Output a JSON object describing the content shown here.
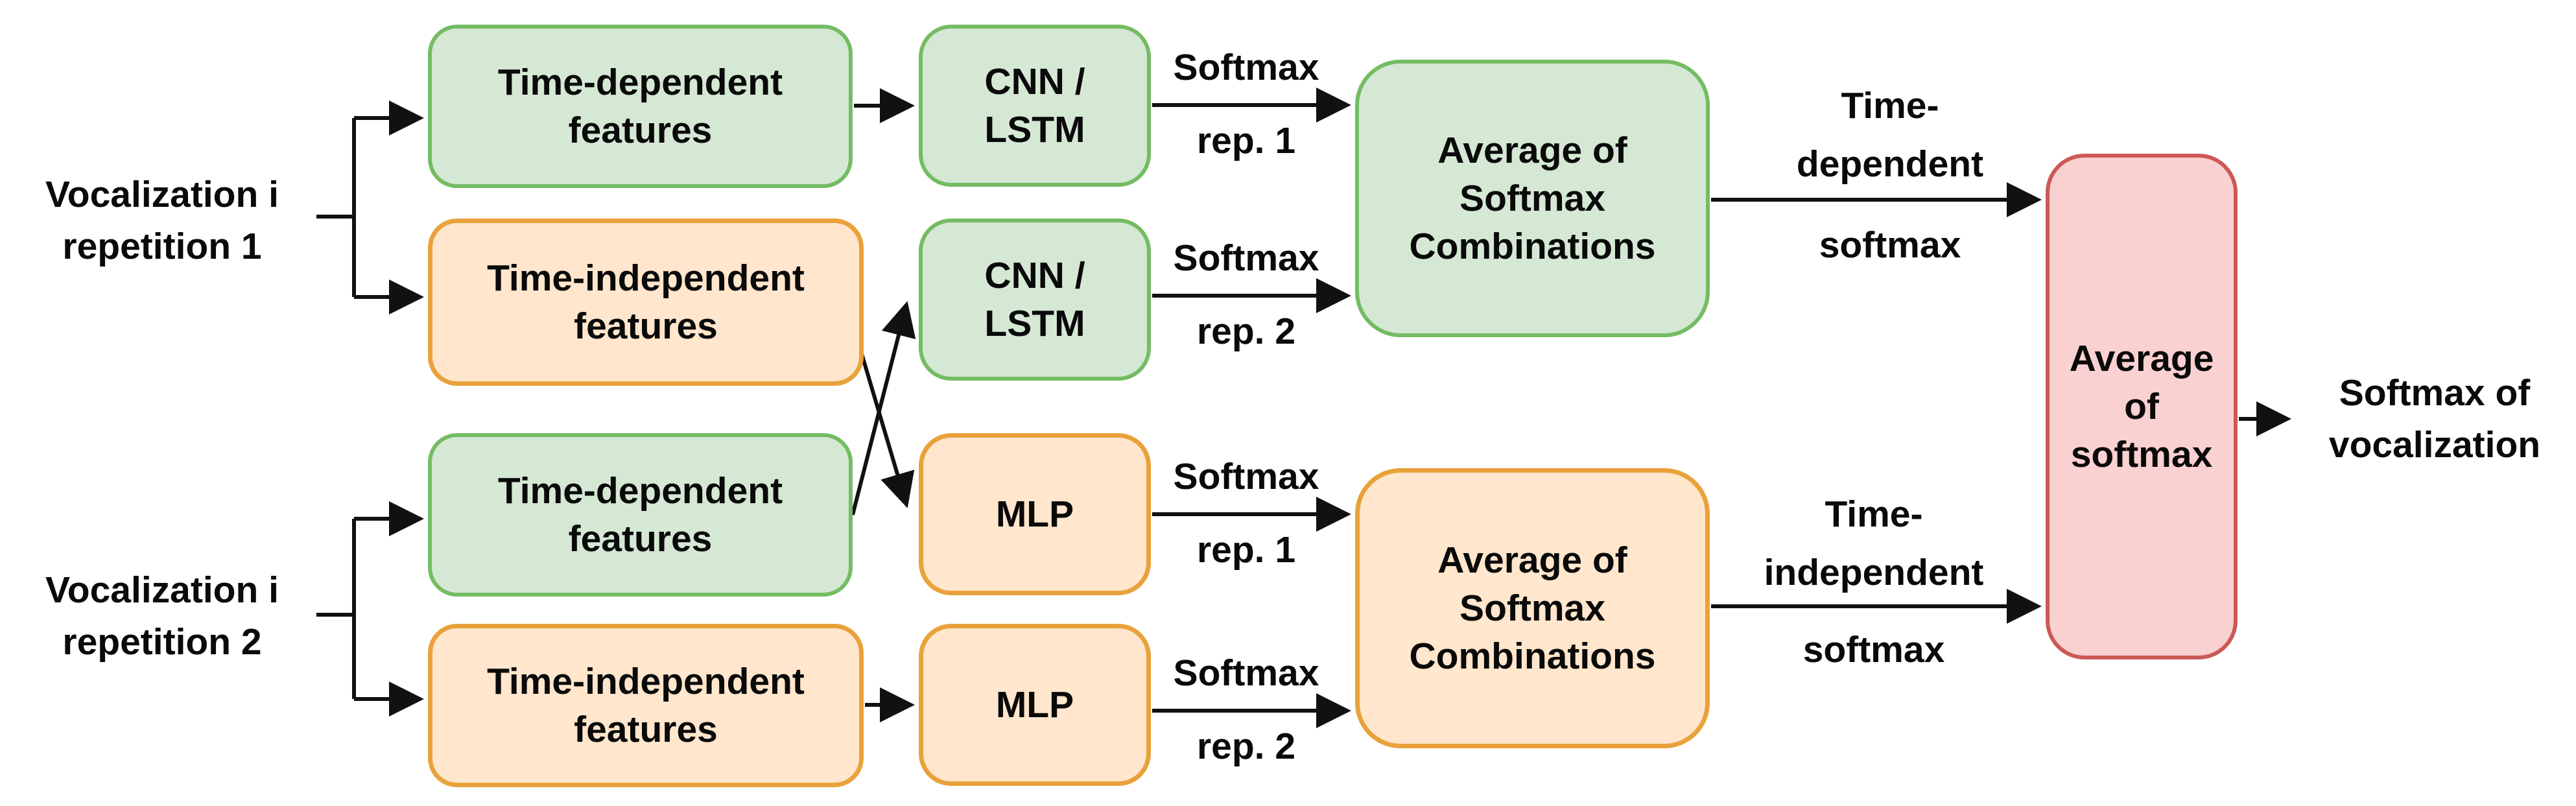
{
  "colors": {
    "green_fill": "#d5e8d4",
    "green_border": "#74bc63",
    "orange_fill": "#ffe6cc",
    "orange_border": "#e9a23b",
    "red_fill": "#f9d1d0",
    "red_border": "#cb5956",
    "arrow": "#111111",
    "text": "#0a0a0a",
    "bg": "#ffffff"
  },
  "inputs": {
    "voc1": "Vocalization i\nrepetition 1",
    "voc2": "Vocalization i\nrepetition 2"
  },
  "feature_boxes": {
    "td1": "Time-dependent\nfeatures",
    "ti1": "Time-independent\nfeatures",
    "td2": "Time-dependent\nfeatures",
    "ti2": "Time-independent\nfeatures"
  },
  "model_boxes": {
    "cnn1": "CNN /\nLSTM",
    "cnn2": "CNN /\nLSTM",
    "mlp1": "MLP",
    "mlp2": "MLP"
  },
  "aggregate_boxes": {
    "avg_td": "Average of\nSoftmax\nCombinations",
    "avg_ti": "Average of\nSoftmax\nCombinations",
    "avg_final": "Average\nof\nsoftmax"
  },
  "arrow_labels": {
    "sm1_top": {
      "top": "Softmax",
      "bottom": "rep. 1"
    },
    "sm2_top": {
      "top": "Softmax",
      "bottom": "rep. 2"
    },
    "sm1_bot": {
      "top": "Softmax",
      "bottom": "rep. 1"
    },
    "sm2_bot": {
      "top": "Softmax",
      "bottom": "rep. 2"
    },
    "td_softmax": {
      "top": "Time-\ndependent",
      "bottom": "softmax"
    },
    "ti_softmax": {
      "top": "Time-\nindependent",
      "bottom": "softmax"
    },
    "output": "Softmax of\nvocalization"
  }
}
